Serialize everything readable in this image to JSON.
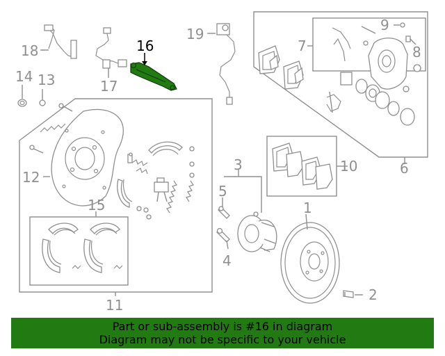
{
  "diagram": {
    "callouts": [
      "1",
      "2",
      "3",
      "4",
      "5",
      "6",
      "7",
      "8",
      "9",
      "10",
      "11",
      "12",
      "13",
      "14",
      "15",
      "16",
      "17",
      "18",
      "19"
    ],
    "highlighted_part": "16",
    "highlight_color": "#227a12",
    "line_color": "#8f8f8f"
  },
  "banner": {
    "line1": "Part or sub-assembly is #16 in diagram",
    "line2": "Diagram may not be specific to your vehicle",
    "background": "#227a12"
  }
}
